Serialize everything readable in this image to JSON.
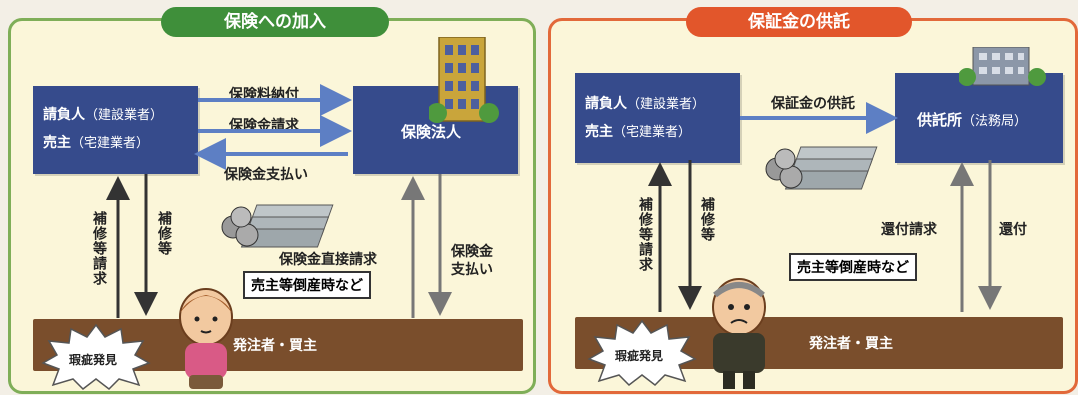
{
  "left": {
    "title": "保険への加入",
    "contractor_line1_bold": "請負人",
    "contractor_line1_paren": "（建設業者）",
    "contractor_line2_bold": "売主",
    "contractor_line2_paren": "（宅建業者）",
    "insurer": "保険法人",
    "arrow_premium": "保険料納付",
    "arrow_claim": "保険金請求",
    "arrow_payment": "保険金支払い",
    "repair_request": "補修等請求",
    "repair": "補修等",
    "direct_claim": "保険金直接請求",
    "insurance_payment": "保険金支払い",
    "bankruptcy_note": "売主等倒産時など",
    "buyer": "発注者・買主",
    "defect": "瑕疵発見"
  },
  "right": {
    "title": "保証金の供託",
    "contractor_line1_bold": "請負人",
    "contractor_line1_paren": "（建設業者）",
    "contractor_line2_bold": "売主",
    "contractor_line2_paren": "（宅建業者）",
    "deposit_office": "供託所",
    "deposit_office_paren": "（法務局）",
    "arrow_deposit": "保証金の供託",
    "repair_request": "補修等請求",
    "repair": "補修等",
    "refund_request": "還付請求",
    "refund": "還付",
    "bankruptcy_note": "売主等倒産時など",
    "buyer": "発注者・買主",
    "defect": "瑕疵発見"
  },
  "colors": {
    "left_accent": "#3f8f3a",
    "right_accent": "#e2562b",
    "box_navy": "#364b8c",
    "ground_brown": "#7a4e2c",
    "arrow_blue": "#5d7fc4"
  }
}
